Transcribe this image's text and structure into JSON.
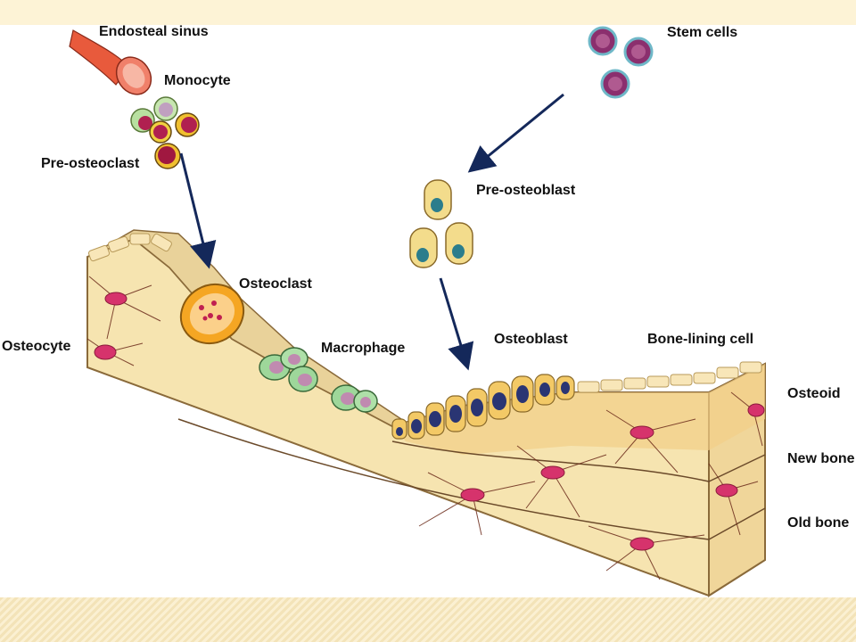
{
  "labels": {
    "endosteal_sinus": "Endosteal sinus",
    "monocyte": "Monocyte",
    "pre_osteoclast": "Pre-osteoclast",
    "osteoclast": "Osteoclast",
    "osteocyte": "Osteocyte",
    "macrophage": "Macrophage",
    "stem_cells": "Stem cells",
    "pre_osteoblast": "Pre-osteoblast",
    "osteoblast": "Osteoblast",
    "bone_lining_cell": "Bone-lining cell",
    "osteoid": "Osteoid",
    "new_bone": "New bone",
    "old_bone": "Old bone"
  },
  "colors": {
    "bone_face": "#f6e4b0",
    "bone_top": "#e9d29a",
    "bone_edge": "#8a6a3a",
    "osteocyte": "#d6336c",
    "canaliculi": "#6b2a1a",
    "arrow": "#14285a",
    "osteoclast": "#f5a623",
    "macrophage": "#9ed79a",
    "stem_cell": "#8b2f6e",
    "stem_cell_rim": "#6fb8c8",
    "pre_osteoblast": "#f3dc8c",
    "nucleus_teal": "#2b7d8c",
    "nucleus_blue": "#2a3573",
    "vessel": "#e85a3c"
  }
}
